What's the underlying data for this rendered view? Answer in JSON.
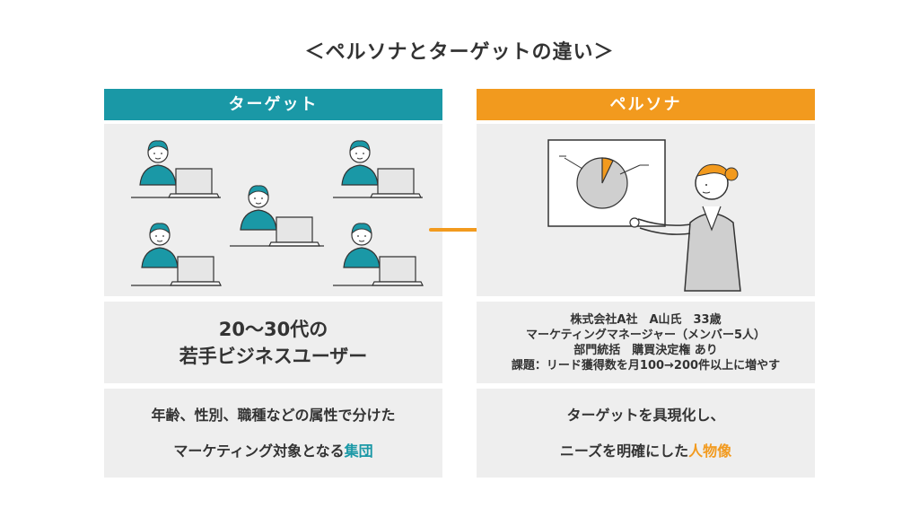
{
  "title": "＜ペルソナとターゲットの違い＞",
  "colors": {
    "teal": "#1a98a6",
    "orange": "#f29a1e",
    "panel": "#eeeeee",
    "text": "#333333"
  },
  "target": {
    "header": "ターゲット",
    "subtitle_lines": [
      "20〜30代の",
      "若手ビジネスユーザー"
    ],
    "desc_line1": "年齢、性別、職種などの属性で分けた",
    "desc_line2_prefix": "マーケティング対象となる",
    "desc_line2_highlight": "集団"
  },
  "persona": {
    "header": "ペルソナ",
    "detail_lines": [
      "株式会社A社　A山氏　33歳",
      "マーケティングマネージャー（メンバー5人）",
      "部門統括　購買決定権 あり",
      "課題：リード獲得数を月100→200件以上に増やす"
    ],
    "desc_line1": "ターゲットを具現化し、",
    "desc_line2_prefix": "ニーズを明確にした",
    "desc_line2_highlight": "人物像"
  },
  "icons": {
    "arrow": "arrow-right-icon",
    "group": "people-at-laptops-icon",
    "presenter": "presenter-with-chart-icon"
  }
}
